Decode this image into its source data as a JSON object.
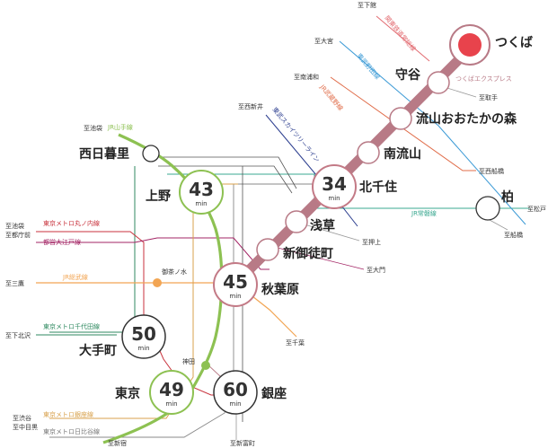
{
  "stations": {
    "tsukuba": "つくば",
    "moriya": "守谷",
    "nagareyama": "流山おおたかの森",
    "minaminagareyama": "南流山",
    "kitasenju": "北千住",
    "asakusa": "浅草",
    "shinokachimachi": "新御徒町",
    "akihabara": "秋葉原",
    "ueno": "上野",
    "nishinippori": "西日暮里",
    "kashiwa": "柏",
    "ochanomizu": "御茶ノ水",
    "otemachi": "大手町",
    "kanda": "神田",
    "tokyo": "東京",
    "ginza": "銀座"
  },
  "times": {
    "ueno": "43",
    "kitasenju": "34",
    "akihabara": "45",
    "otemachi": "50",
    "tokyo": "49",
    "ginza": "60",
    "unit": "min"
  },
  "lines": {
    "tsukuba_express": "つくばエクスプレス",
    "kanto_railway": "関東鉄道常総線",
    "tobu_urban_park": "東武野田線",
    "jr_musashino": "JR武蔵野線",
    "tobu_skytree": "東武スカイツリーライン",
    "jr_joban": "JR常磐線",
    "jr_yamanote": "JR山手線",
    "marunouchi": "東京メトロ丸ノ内線",
    "oedo": "都営大江戸線",
    "jr_sobu": "JR総武線",
    "chiyoda": "東京メトロ千代田線",
    "ginza_line": "東京メトロ銀座線",
    "hibiya": "東京メトロ日比谷線"
  },
  "destinations": {
    "shimodate": "至下館",
    "omiya": "至大宮",
    "minamiurawa": "至南浦和",
    "nishiarai": "至西新井",
    "ikebukuro_jr": "至池袋",
    "toride": "至取手",
    "nishifunabashi": "至西船橋",
    "matsudo": "至松戸",
    "funabashi": "至船橋",
    "oshiage": "至押上",
    "daimon": "至大門",
    "chiba": "至千葉",
    "ikebukuro_maru": "至池袋",
    "tochomae": "至都庁前",
    "mitaka": "至三鷹",
    "shimokitazawa": "至下北沢",
    "shibuya": "至渋谷",
    "nakameguro": "至中目黒",
    "shinjuku": "至新宿",
    "shintomicho": "至新富町"
  },
  "colors": {
    "tx": "#b87a86",
    "tsukuba_dot": "#e8434c",
    "yamanote": "#8dc152",
    "kanto": "#e26a70",
    "tobu_park": "#3d9bd6",
    "musashino": "#e06d4a",
    "skytree": "#2c3e8f",
    "joban": "#3aa890",
    "marunouchi": "#c8323c",
    "oedo": "#a32464",
    "sobu": "#f2a553",
    "chiyoda": "#2f8a60",
    "ginza_line": "#d8a24d",
    "hibiya": "#9b9b9b",
    "hub_ring": "#c37a86"
  }
}
